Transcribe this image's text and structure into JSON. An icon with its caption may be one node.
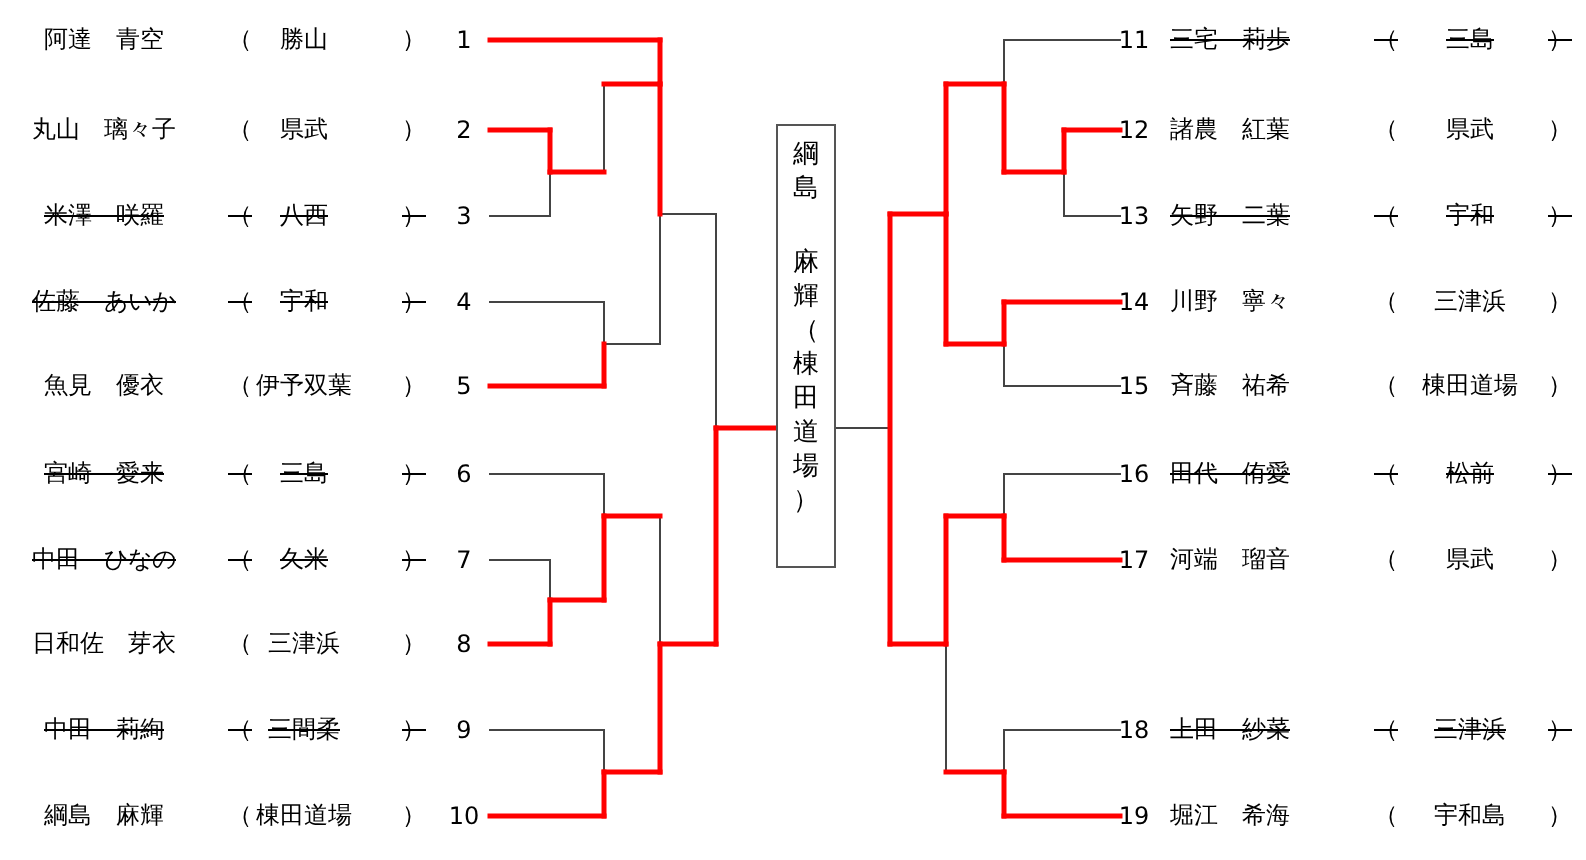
{
  "diagram": {
    "nodes": [
      {
        "text": [
          "綱島",
          "麻輝（棟田道場）"
        ]
      }
    ],
    "labels": [
      "阿達　青空",
      "（",
      "勝山",
      "）",
      "1",
      "丸山　璃々子",
      "（",
      "県武",
      "）",
      "2",
      "米澤　咲羅",
      "（",
      "八西",
      "）",
      "3",
      "佐藤　あいか",
      "（",
      "宇和",
      "）",
      "4",
      "魚見　優衣",
      "（",
      "伊予双葉",
      "）",
      "5",
      "宮崎　愛来",
      "（",
      "三島",
      "）",
      "6",
      "中田　ひなの",
      "（",
      "久米",
      "）",
      "7",
      "日和佐　芽衣",
      "（",
      "三津浜",
      "）",
      "8",
      "中田　莉絢",
      "（",
      "三間柔",
      "）",
      "9",
      "綱島　麻輝",
      "（",
      "棟田道場",
      "）",
      "10",
      "11",
      "三宅　莉歩",
      "（",
      "三島",
      "）",
      "12",
      "諸農　紅葉",
      "（",
      "県武",
      "）",
      "13",
      "矢野　二葉",
      "（",
      "宇和",
      "）",
      "14",
      "川野　寧々",
      "（",
      "三津浜",
      "）",
      "15",
      "斉藤　祐希",
      "（",
      "棟田道場",
      "）",
      "16",
      "田代　侑愛",
      "（",
      "松前",
      "）",
      "17",
      "河端　瑠音",
      "（",
      "県武",
      "）",
      "18",
      "上田　紗菜",
      "（",
      "三津浜",
      "）",
      "19",
      "堀江　希海",
      "（",
      "宇和島",
      "）"
    ]
  }
}
